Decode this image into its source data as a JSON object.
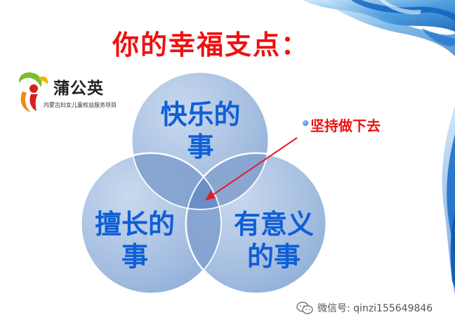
{
  "title": "你的幸福支点：",
  "logo": {
    "name": "蒲公英",
    "subtitle": "内蒙古妇女儿童权益服务项目"
  },
  "venn": {
    "top": {
      "line1": "快乐的",
      "line2": "事"
    },
    "left": {
      "line1": "擅长的",
      "line2": "事"
    },
    "right": {
      "line1": "有意义",
      "line2": "的事"
    }
  },
  "callout": "坚持做下去",
  "watermark": "微信号: qinzi155649846",
  "colors": {
    "title": "#ee1111",
    "circle": "#9fb9dc",
    "overlap": "#7b9ccc",
    "label": "#0f5fd6",
    "arrow": "#e51b24"
  },
  "icons": {
    "logo": "dandelion-figure-logo",
    "watermark": "wechat-icon"
  }
}
